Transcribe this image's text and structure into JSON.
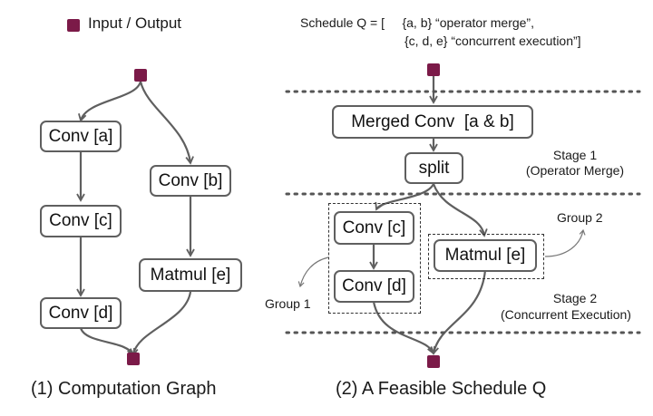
{
  "legend": {
    "io_label": "Input / Output",
    "io_color": "#7b1a48"
  },
  "left": {
    "caption": "(1) Computation Graph",
    "nodes": {
      "a": "Conv [a]",
      "b": "Conv [b]",
      "c": "Conv [c]",
      "d": "Conv [d]",
      "e": "Matmul [e]"
    },
    "edges": [
      [
        "input",
        "a"
      ],
      [
        "input",
        "b"
      ],
      [
        "a",
        "c"
      ],
      [
        "c",
        "d"
      ],
      [
        "b",
        "e"
      ],
      [
        "d",
        "output"
      ],
      [
        "e",
        "output"
      ]
    ]
  },
  "right": {
    "schedule_line1": "Schedule Q = [     {a, b} “operator merge”,",
    "schedule_line2": "{c, d, e} “concurrent execution”]",
    "caption": "(2) A Feasible Schedule Q",
    "nodes": {
      "merged": "Merged Conv  [a & b]",
      "split": "split",
      "c": "Conv [c]",
      "d": "Conv [d]",
      "e": "Matmul [e]"
    },
    "stage1": {
      "title": "Stage 1",
      "subtitle": "(Operator Merge)"
    },
    "stage2": {
      "title": "Stage 2",
      "subtitle": "(Concurrent Execution)"
    },
    "group1": "Group 1",
    "group2": "Group 2"
  },
  "colors": {
    "edge": "#5f5f5f",
    "io": "#7b1a48",
    "divider": "#555555"
  }
}
